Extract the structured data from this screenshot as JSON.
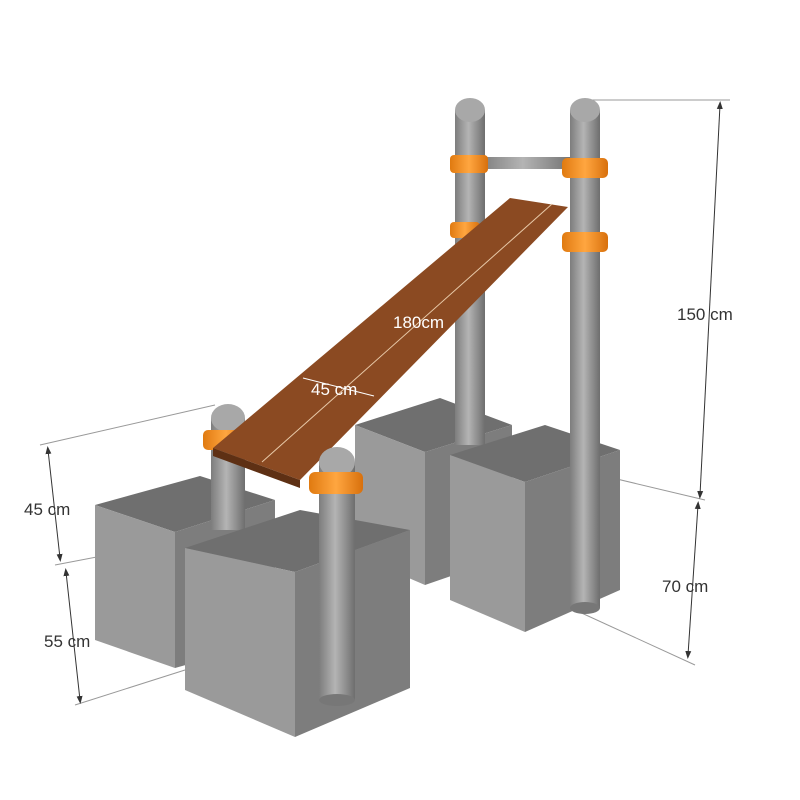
{
  "dimensions": {
    "total_height": "150 cm",
    "block_height": "70 cm",
    "front_post_above_block": "45 cm",
    "front_block_height": "55 cm",
    "board_length": "180cm",
    "board_width": "45 cm"
  },
  "colors": {
    "concrete": "#8c8c8c",
    "post": "#9a9a9a",
    "collar": "#f7941d",
    "board": "#8b4a22",
    "dimension_line": "#888888"
  }
}
